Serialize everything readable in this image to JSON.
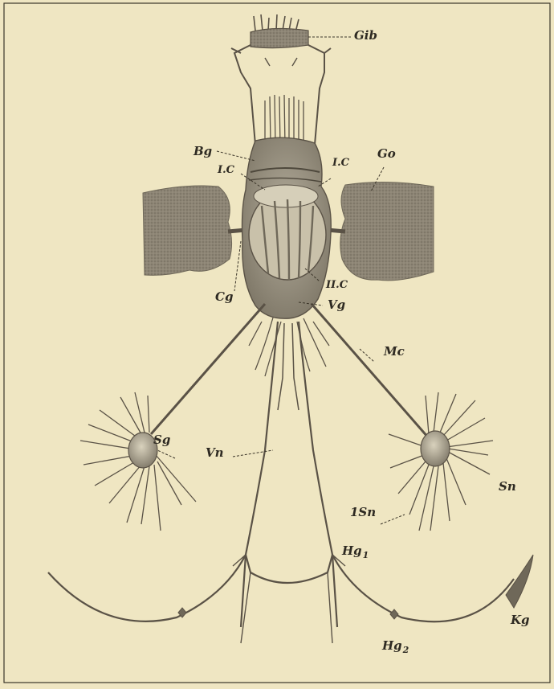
{
  "figure": {
    "background": "#efe6c2",
    "ink": "#5a5246",
    "tissue": "#8d8575",
    "tissue_dark": "#6f6859"
  },
  "labels": {
    "gib": "Gib",
    "bg": "Bg",
    "ic_left": "I.C",
    "ic_right": "I.C",
    "go": "Go",
    "cg": "Cg",
    "iic": "II.C",
    "vg": "Vg",
    "mc": "Mc",
    "sg": "Sg",
    "vn": "Vn",
    "sn": "Sn",
    "isn": "1Sn",
    "hg1": "Hg",
    "hg1_sub": "1",
    "kg": "Kg",
    "hg2": "Hg",
    "hg2_sub": "2"
  }
}
